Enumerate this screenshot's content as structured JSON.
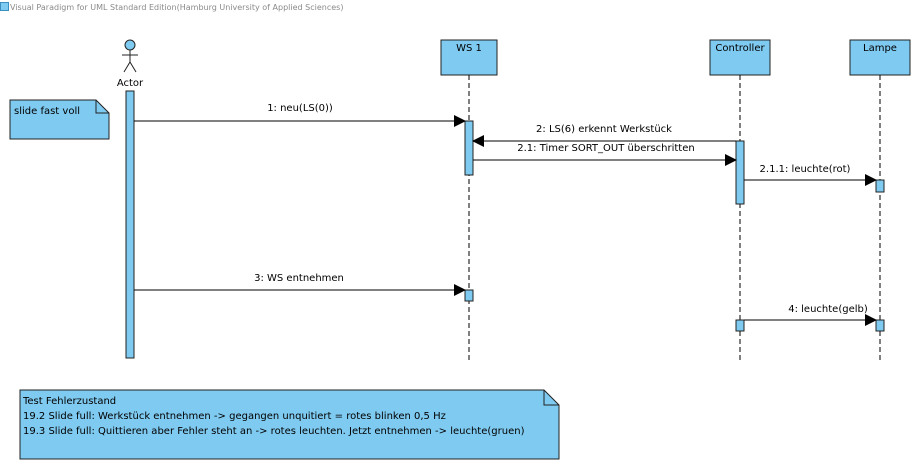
{
  "watermark": "Visual Paradigm for UML Standard Edition(Hamburg University of Applied Sciences)",
  "actor": {
    "label": "Actor"
  },
  "lifelines": [
    {
      "id": "ws1",
      "label": "WS 1"
    },
    {
      "id": "controller",
      "label": "Controller"
    },
    {
      "id": "lampe",
      "label": "Lampe"
    }
  ],
  "notes": {
    "slide": "slide fast voll",
    "fehler": [
      "Test Fehlerzustand",
      "19.2 Slide full: Werkstück entnehmen -> gegangen unquitiert = rotes blinken 0,5 Hz",
      "19.3 Slide full: Quittieren aber Fehler steht an -> rotes leuchten. Jetzt entnehmen -> leuchte(gruen)"
    ]
  },
  "messages": [
    {
      "from": "actor",
      "to": "ws1",
      "label": "1: neu(LS(0))"
    },
    {
      "from": "controller",
      "to": "ws1",
      "label": "2: LS(6) erkennt Werkstück"
    },
    {
      "from": "ws1",
      "to": "controller",
      "label": "2.1: Timer SORT_OUT überschritten"
    },
    {
      "from": "controller",
      "to": "lampe",
      "label": "2.1.1: leuchte(rot)"
    },
    {
      "from": "actor",
      "to": "ws1",
      "label": "3: WS entnehmen"
    },
    {
      "from": "controller",
      "to": "lampe",
      "label": "4: leuchte(gelb)"
    }
  ],
  "colors": {
    "fill": "#7fcaf0",
    "stroke": "#222222",
    "line": "#000000"
  }
}
